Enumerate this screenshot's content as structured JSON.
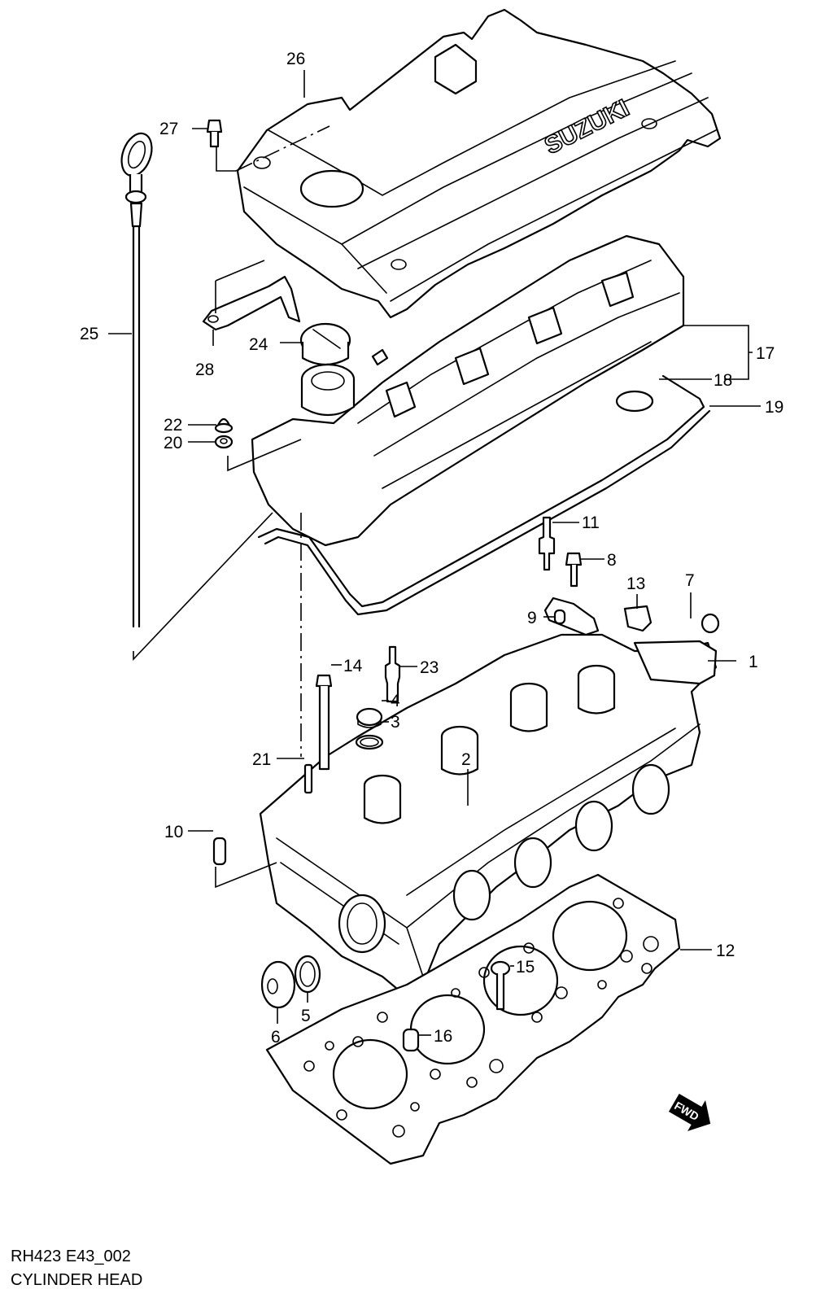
{
  "diagram": {
    "code": "RH423 E43_002",
    "title": "CYLINDER HEAD",
    "brand_marking": "SUZUKI",
    "direction_marker": "FWD",
    "callouts": {
      "c1": "1",
      "c2": "2",
      "c3": "3",
      "c4": "4",
      "c5": "5",
      "c6": "6",
      "c7": "7",
      "c8": "8",
      "c9": "9",
      "c10": "10",
      "c11": "11",
      "c12": "12",
      "c13": "13",
      "c14": "14",
      "c15": "15",
      "c16": "16",
      "c17": "17",
      "c18": "18",
      "c19": "19",
      "c20": "20",
      "c21": "21",
      "c22": "22",
      "c23": "23",
      "c24": "24",
      "c25": "25",
      "c26": "26",
      "c27": "27",
      "c28": "28"
    }
  }
}
